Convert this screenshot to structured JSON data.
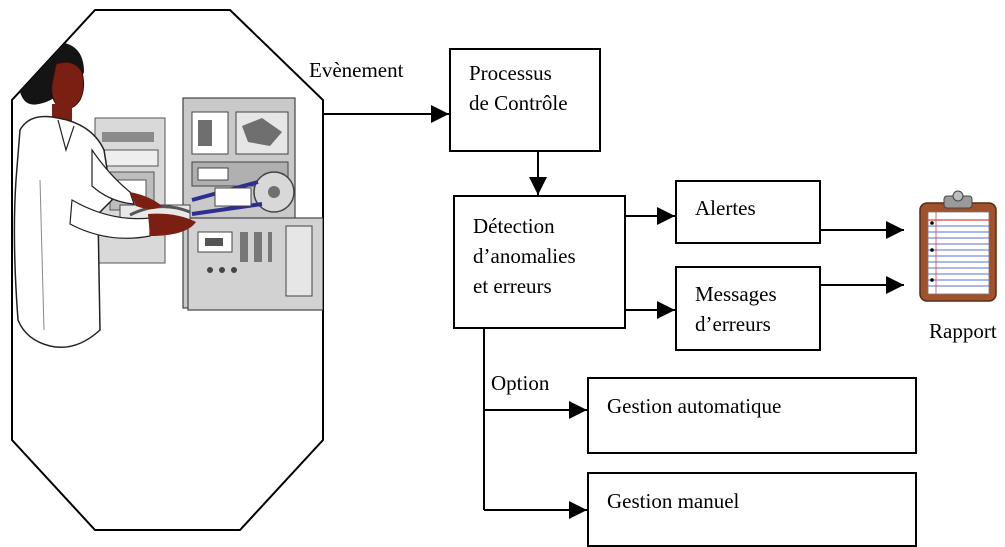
{
  "labels": {
    "event": "Evènement",
    "option": "Option",
    "report": "Rapport"
  },
  "boxes": {
    "control": [
      "Processus",
      "de Contrôle"
    ],
    "detection": [
      "Détection",
      "d’anomalies",
      "et erreurs"
    ],
    "alerts": [
      "Alertes"
    ],
    "messages": [
      "Messages",
      "d’erreurs"
    ],
    "auto": [
      "Gestion automatique"
    ],
    "manual": [
      "Gestion manuel"
    ]
  },
  "icons": {
    "operator": "operator-at-machine-illustration",
    "report": "clipboard-icon"
  },
  "colors": {
    "stroke": "#000000",
    "skin": "#7a1f12",
    "hair": "#141414",
    "coat": "#ffffff",
    "machine": "#c9c9c9",
    "machine_dark": "#6f6f6f",
    "belt": "#2b2f8f",
    "clipboard": "#a0522d",
    "paper_lines": "#5a6fd6",
    "paper_margin": "#e04040"
  }
}
